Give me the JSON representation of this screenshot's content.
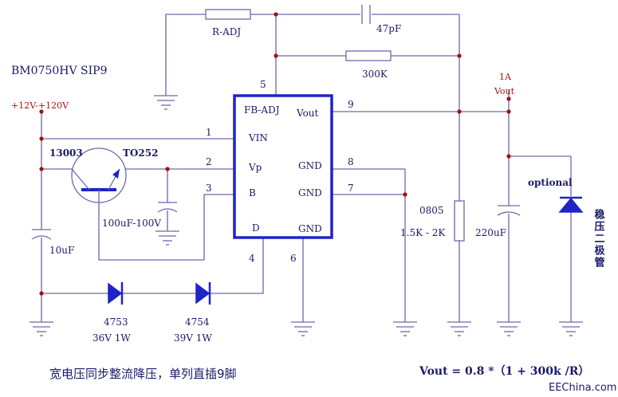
{
  "title": "BM0750HV  SIP9",
  "caption": "宽电压同步整流降压，单列直插9脚",
  "formula": "Vout = 0.8 *（1 +  300k /R）",
  "watermark": "EEChina.com",
  "input": {
    "label": "+12V-+120V"
  },
  "output": {
    "current": "1A",
    "label": "Vout"
  },
  "transistor": {
    "name": "13003",
    "package": "TO252"
  },
  "chip_pins": {
    "fb_adj": "FB-ADJ",
    "vout": "Vout",
    "vin": "VIN",
    "vp": "Vp",
    "b": "B",
    "d": "D",
    "gnd1": "GND",
    "gnd2": "GND",
    "gnd3": "GND"
  },
  "pin_numbers": [
    "1",
    "2",
    "3",
    "4",
    "5",
    "6",
    "7",
    "8",
    "9"
  ],
  "components": {
    "r_adj": "R-ADJ",
    "cap_47p": "47pF",
    "r_300k": "300K",
    "cap_100u": "100uF-100V",
    "cap_10u": "10uF",
    "cap_220u": "220uF",
    "r_0805": "0805",
    "r_range": "1.5K - 2K",
    "optional": "optional",
    "zener_vertical": "稳压二极管",
    "d1_name": "4753",
    "d1_rating": "36V  1W",
    "d2_name": "4754",
    "d2_rating": "39V  1W"
  }
}
